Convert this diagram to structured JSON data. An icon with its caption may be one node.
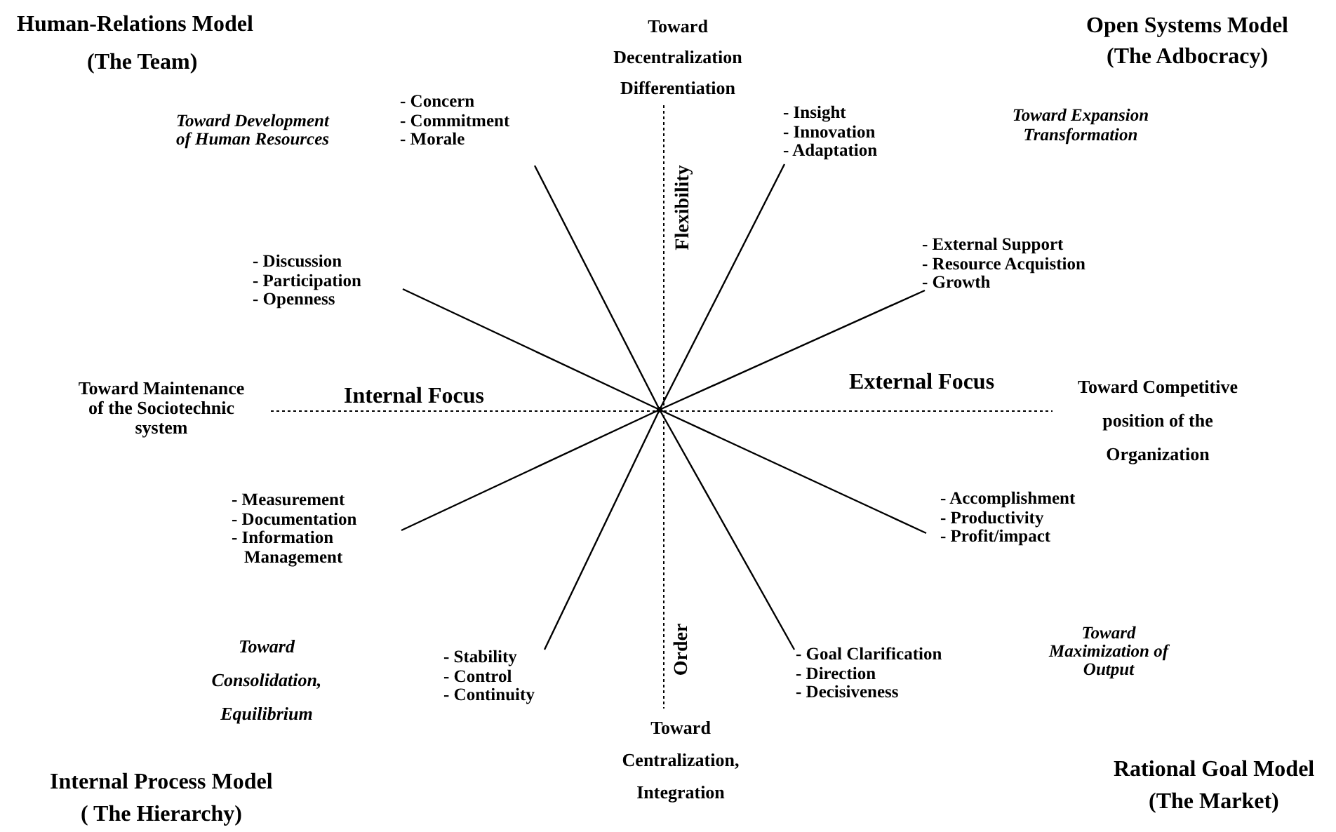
{
  "diagram": {
    "nodes": [
      {
        "text": [],
        "shape": "point"
      },
      {
        "text": [
          "- Concern",
          "- Commitment",
          "- Morale"
        ]
      },
      {
        "text": [
          "- Insight",
          "- Innovation",
          "- Adaptation"
        ]
      },
      {
        "text": [
          "- Discussion",
          "- Participation",
          "- Openness"
        ]
      },
      {
        "text": [
          "- External Support",
          "- Resource Acquistion",
          "- Growth"
        ]
      },
      {
        "text": [
          "- Measurement",
          "- Documentation",
          "- Information Management"
        ]
      },
      {
        "text": [
          "- Accomplishment",
          "- Productivity",
          "- Profit/impact"
        ]
      },
      {
        "text": [
          "- Stability",
          "- Control",
          "- Continuity"
        ]
      },
      {
        "text": [
          "- Goal Clarification",
          "- Direction",
          "- Decisiveness"
        ]
      }
    ],
    "edges": [
      {
        "from": 0,
        "to": 1,
        "arrow": "none"
      },
      {
        "from": 0,
        "to": 2,
        "arrow": "none"
      },
      {
        "from": 0,
        "to": 3,
        "arrow": "none"
      },
      {
        "from": 0,
        "to": 4,
        "arrow": "none"
      },
      {
        "from": 0,
        "to": 5,
        "arrow": "none"
      },
      {
        "from": 0,
        "to": 6,
        "arrow": "none"
      },
      {
        "from": 0,
        "to": 7,
        "arrow": "none"
      },
      {
        "from": 0,
        "to": 8,
        "arrow": "none"
      }
    ],
    "labels": [
      "Human-Relations Model",
      "(The Team)",
      "Toward Decentralization Differentiation",
      "Open Systems Model",
      "(The Adbocracy)",
      "Toward Development of Human Resources",
      "Toward Expansion Transformation",
      "Flexibility",
      "Toward Maintenance of the Sociotechnic system",
      "Internal Focus",
      "External Focus",
      "Toward Competitive position of the Organization",
      "Toward Consolidation, Equilibrium",
      "Order",
      "Toward Maximization of Output",
      "Toward Centralization, Integration",
      "Internal Process Model",
      "( The Hierarchy)",
      "Rational Goal Model",
      "(The Market)"
    ]
  }
}
